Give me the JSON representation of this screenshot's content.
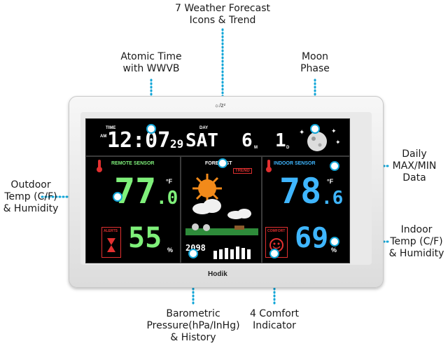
{
  "callouts": {
    "forecast": [
      "7 Weather Forecast",
      "Icons & Trend"
    ],
    "atomic": [
      "Atomic Time",
      "with WWVB"
    ],
    "moon": [
      "Moon",
      "Phase"
    ],
    "outdoor": [
      "Outdoor",
      "Temp (C/F)",
      "& Humidity"
    ],
    "daily": [
      "Daily",
      "MAX/MIN",
      "Data"
    ],
    "indoor": [
      "Indoor",
      "Temp (C/F)",
      "& Humidity"
    ],
    "barometric": [
      "Barometric",
      "Pressure(hPa/InHg)",
      "& History"
    ],
    "comfort": [
      "4 Comfort",
      "Indicator"
    ]
  },
  "display": {
    "time_label": "TIME",
    "am": "AM",
    "time": "12:07",
    "seconds": "29",
    "day_label": "DAY",
    "day": "SAT",
    "month": "6",
    "month_unit": "M",
    "date": "1",
    "date_unit": "D",
    "remote_label": "REMOTE SENSOR",
    "outdoor_temp": "77",
    "outdoor_decimal": ".0",
    "temp_unit": "°F",
    "alerts_label": "ALERTS",
    "outdoor_humidity": "55",
    "percent": "%",
    "forecast_label": "FORECAST",
    "trend_label": "TREND",
    "pressure": "2098",
    "indoor_label": "INDOOR SENSOR",
    "indoor_temp": "78",
    "indoor_decimal": ".6",
    "comfort_label": "COMFORT",
    "indoor_humidity": "69",
    "snooze": "☼/zᶻ",
    "brand": "Hodik"
  },
  "colors": {
    "accent": "#12a6d8",
    "outdoor_green": "#7ff07a",
    "indoor_blue": "#3fb6ff",
    "alert_red": "#e23030",
    "sun_orange": "#f28a1a"
  },
  "icons": [
    "thermometer-icon",
    "sun-icon",
    "cloud-icon",
    "moon-icon",
    "smiley-icon",
    "hourglass-icon"
  ]
}
